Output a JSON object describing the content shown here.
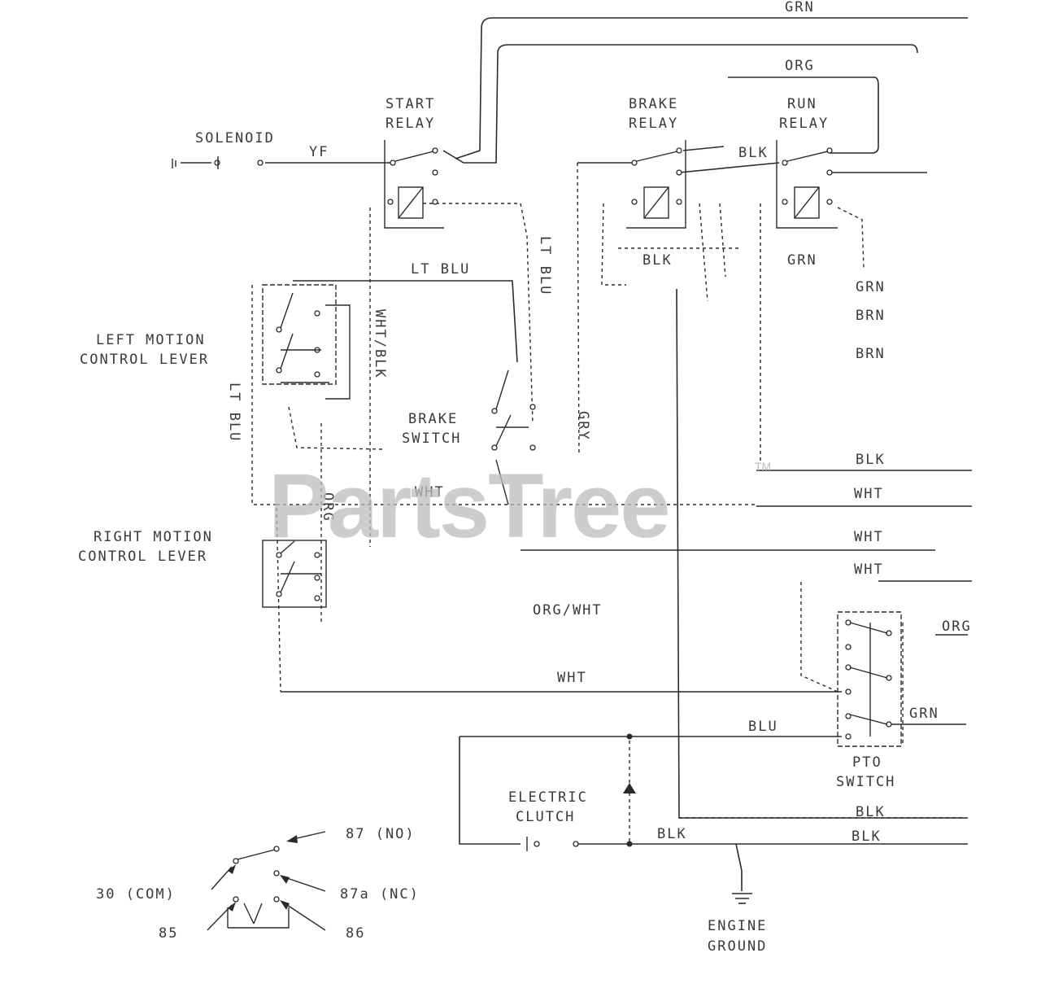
{
  "watermark": {
    "text": "PartsTree",
    "mark": "TM"
  },
  "components": {
    "solenoid": "SOLENOID",
    "start_relay": [
      "START",
      "RELAY"
    ],
    "brake_relay": [
      "BRAKE",
      "RELAY"
    ],
    "run_relay": [
      "RUN",
      "RELAY"
    ],
    "left_motion": [
      "LEFT MOTION",
      "CONTROL LEVER"
    ],
    "right_motion": [
      "RIGHT MOTION",
      "CONTROL LEVER"
    ],
    "brake_switch": [
      "BRAKE",
      "SWITCH"
    ],
    "pto_switch": [
      "PTO",
      "SWITCH"
    ],
    "electric_clutch": [
      "ELECTRIC",
      "CLUTCH"
    ],
    "engine_ground": [
      "ENGINE",
      "GROUND"
    ]
  },
  "wires": {
    "grn_top": "GRN",
    "org_top": "ORG",
    "yf": "YF",
    "blk_relay": "BLK",
    "blk_below_brake": "BLK",
    "grn_below_run": "GRN",
    "lt_blu_top": "LT BLU",
    "lt_blu_vertical": "LT BLU",
    "wht_blk": "WHT/BLK",
    "lt_blu_left": "LT BLU",
    "gry": "GRY",
    "org_left": "ORG",
    "wht_mid": "WHT",
    "org_wht": "ORG/WHT",
    "wht_bottom": "WHT",
    "blu": "BLU",
    "blk_clutch": "BLK",
    "grn_right": "GRN",
    "brn_1": "BRN",
    "brn_2": "BRN",
    "blk_right": "BLK",
    "wht_r1": "WHT",
    "wht_r2": "WHT",
    "wht_r3": "WHT",
    "org_pto": "ORG",
    "grn_pto": "GRN",
    "blk_r_bottom1": "BLK",
    "blk_r_bottom2": "BLK"
  },
  "relay_legend": {
    "no": "87 (NO)",
    "nc": "87a (NC)",
    "com": "30 (COM)",
    "p85": "85",
    "p86": "86"
  }
}
